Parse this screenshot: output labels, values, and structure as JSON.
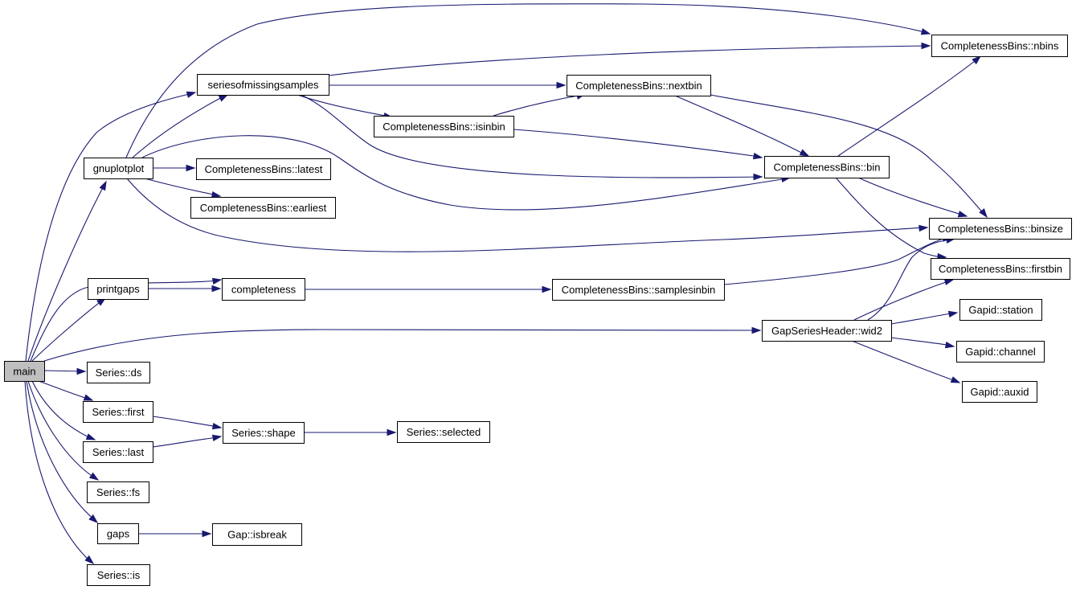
{
  "diagram": {
    "type": "call-graph",
    "edge_color": "#191970",
    "root_fill": "#bfbfbf",
    "nodes": [
      {
        "id": "main",
        "label": "main"
      },
      {
        "id": "gnuplotplot",
        "label": "gnuplotplot"
      },
      {
        "id": "seriesofmissingsamples",
        "label": "seriesofmissingsamples"
      },
      {
        "id": "cb_nbins",
        "label": "CompletenessBins::nbins"
      },
      {
        "id": "cb_nextbin",
        "label": "CompletenessBins::nextbin"
      },
      {
        "id": "cb_isinbin",
        "label": "CompletenessBins::isinbin"
      },
      {
        "id": "cb_bin",
        "label": "CompletenessBins::bin"
      },
      {
        "id": "cb_latest",
        "label": "CompletenessBins::latest"
      },
      {
        "id": "cb_earliest",
        "label": "CompletenessBins::earliest"
      },
      {
        "id": "cb_binsize",
        "label": "CompletenessBins::binsize"
      },
      {
        "id": "cb_firstbin",
        "label": "CompletenessBins::firstbin"
      },
      {
        "id": "printgaps",
        "label": "printgaps"
      },
      {
        "id": "completeness",
        "label": "completeness"
      },
      {
        "id": "cb_samplesinbin",
        "label": "CompletenessBins::samplesinbin"
      },
      {
        "id": "gsh_wid2",
        "label": "GapSeriesHeader::wid2"
      },
      {
        "id": "gapid_station",
        "label": "Gapid::station"
      },
      {
        "id": "gapid_channel",
        "label": "Gapid::channel"
      },
      {
        "id": "gapid_auxid",
        "label": "Gapid::auxid"
      },
      {
        "id": "series_ds",
        "label": "Series::ds"
      },
      {
        "id": "series_first",
        "label": "Series::first"
      },
      {
        "id": "series_shape",
        "label": "Series::shape"
      },
      {
        "id": "series_selected",
        "label": "Series::selected"
      },
      {
        "id": "series_last",
        "label": "Series::last"
      },
      {
        "id": "series_fs",
        "label": "Series::fs"
      },
      {
        "id": "gaps",
        "label": "gaps"
      },
      {
        "id": "gap_isbreak",
        "label": "Gap::isbreak"
      },
      {
        "id": "series_is",
        "label": "Series::is"
      }
    ],
    "edges": [
      {
        "from": "main",
        "to": "gnuplotplot"
      },
      {
        "from": "main",
        "to": "seriesofmissingsamples"
      },
      {
        "from": "main",
        "to": "completeness"
      },
      {
        "from": "main",
        "to": "printgaps"
      },
      {
        "from": "main",
        "to": "gsh_wid2"
      },
      {
        "from": "main",
        "to": "series_ds"
      },
      {
        "from": "main",
        "to": "series_first"
      },
      {
        "from": "main",
        "to": "series_last"
      },
      {
        "from": "main",
        "to": "series_fs"
      },
      {
        "from": "main",
        "to": "gaps"
      },
      {
        "from": "main",
        "to": "series_is"
      },
      {
        "from": "gnuplotplot",
        "to": "cb_nbins"
      },
      {
        "from": "gnuplotplot",
        "to": "seriesofmissingsamples"
      },
      {
        "from": "gnuplotplot",
        "to": "cb_latest"
      },
      {
        "from": "gnuplotplot",
        "to": "cb_earliest"
      },
      {
        "from": "gnuplotplot",
        "to": "cb_bin"
      },
      {
        "from": "gnuplotplot",
        "to": "cb_binsize"
      },
      {
        "from": "seriesofmissingsamples",
        "to": "cb_nbins"
      },
      {
        "from": "seriesofmissingsamples",
        "to": "cb_nextbin"
      },
      {
        "from": "seriesofmissingsamples",
        "to": "cb_isinbin"
      },
      {
        "from": "seriesofmissingsamples",
        "to": "cb_bin"
      },
      {
        "from": "cb_isinbin",
        "to": "cb_nextbin"
      },
      {
        "from": "cb_isinbin",
        "to": "cb_bin"
      },
      {
        "from": "cb_nextbin",
        "to": "cb_bin"
      },
      {
        "from": "cb_nextbin",
        "to": "cb_binsize"
      },
      {
        "from": "cb_bin",
        "to": "cb_nbins"
      },
      {
        "from": "cb_bin",
        "to": "cb_binsize"
      },
      {
        "from": "cb_bin",
        "to": "cb_firstbin"
      },
      {
        "from": "printgaps",
        "to": "completeness"
      },
      {
        "from": "completeness",
        "to": "cb_samplesinbin"
      },
      {
        "from": "cb_samplesinbin",
        "to": "cb_binsize"
      },
      {
        "from": "gsh_wid2",
        "to": "cb_binsize"
      },
      {
        "from": "gsh_wid2",
        "to": "cb_firstbin"
      },
      {
        "from": "gsh_wid2",
        "to": "gapid_station"
      },
      {
        "from": "gsh_wid2",
        "to": "gapid_channel"
      },
      {
        "from": "gsh_wid2",
        "to": "gapid_auxid"
      },
      {
        "from": "series_first",
        "to": "series_shape"
      },
      {
        "from": "series_last",
        "to": "series_shape"
      },
      {
        "from": "series_shape",
        "to": "series_selected"
      },
      {
        "from": "gaps",
        "to": "gap_isbreak"
      }
    ]
  }
}
